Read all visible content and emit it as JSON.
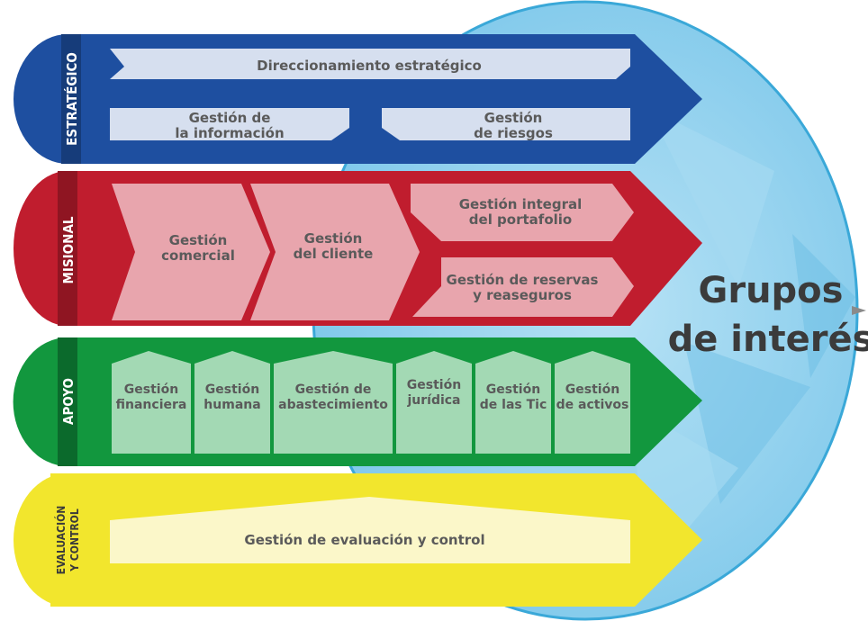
{
  "stakeholders": {
    "line1": "Grupos",
    "line2": "de interés"
  },
  "bands": {
    "estrategico": {
      "label": "ESTRATÉGICO",
      "top": "Direccionamiento estratégico",
      "left": [
        "Gestión de",
        "la información"
      ],
      "right": [
        "Gestión",
        "de riesgos"
      ]
    },
    "misional": {
      "label": "MISIONAL",
      "comercial": [
        "Gestión",
        "comercial"
      ],
      "cliente": [
        "Gestión",
        "del cliente"
      ],
      "portafolio": [
        "Gestión integral",
        "del portafolio"
      ],
      "reservas": [
        "Gestión de reservas",
        "y reaseguros"
      ]
    },
    "apoyo": {
      "label": "APOYO",
      "financiera": [
        "Gestión",
        "financiera"
      ],
      "humana": [
        "Gestión",
        "humana"
      ],
      "abastecimiento": [
        "Gestión de",
        "abastecimiento"
      ],
      "juridica": [
        "Gestión",
        "jurídica"
      ],
      "tic": [
        "Gestión",
        "de las Tic"
      ],
      "activos": [
        "Gestión",
        "de activos"
      ]
    },
    "evaluacion": {
      "label": [
        "EVALUACIÓN",
        "Y CONTROL"
      ],
      "main": "Gestión de evaluación y control"
    }
  },
  "colors": {
    "estrategico": "#1e4fa0",
    "misional": "#c01d2e",
    "apoyo": "#12973e",
    "evaluacion": "#f2e62d",
    "circle": "#8fd0ee"
  }
}
